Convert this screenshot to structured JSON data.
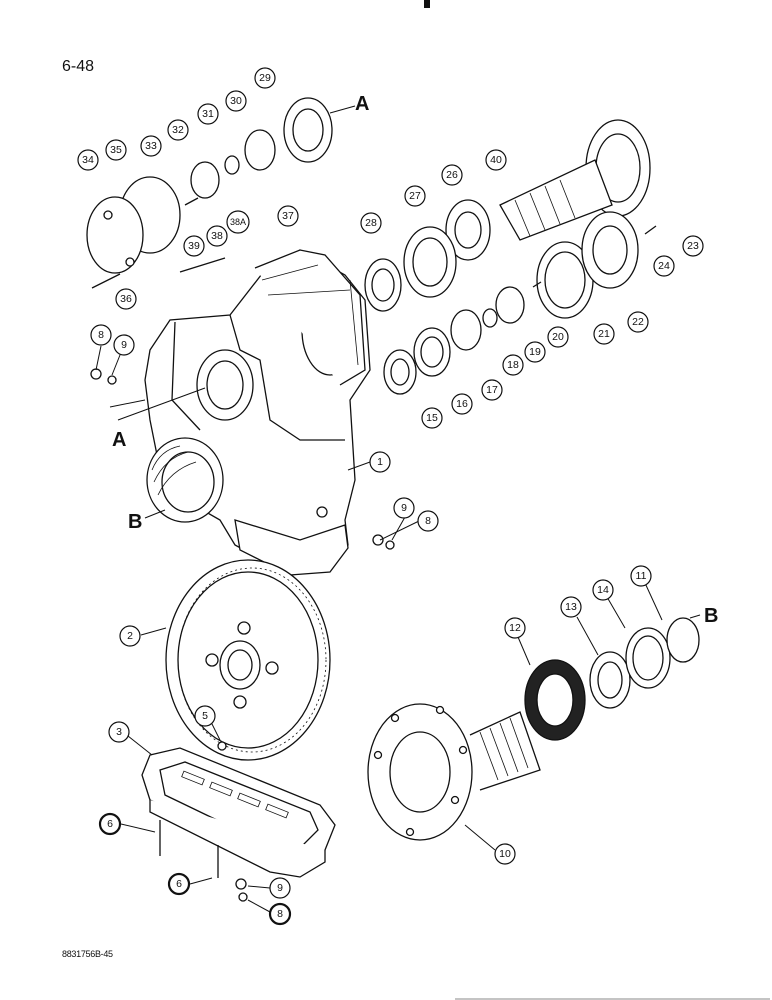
{
  "page": {
    "page_number": "6-48",
    "figure_code": "8831756B-45"
  },
  "reference_letters": [
    {
      "id": "A-top",
      "letter": "A"
    },
    {
      "id": "A-left",
      "letter": "A"
    },
    {
      "id": "B-left",
      "letter": "B"
    },
    {
      "id": "B-right",
      "letter": "B"
    }
  ],
  "callouts": [
    {
      "id": "c1",
      "label": "1"
    },
    {
      "id": "c2",
      "label": "2"
    },
    {
      "id": "c3",
      "label": "3"
    },
    {
      "id": "c5",
      "label": "5"
    },
    {
      "id": "c6a",
      "label": "6"
    },
    {
      "id": "c6b",
      "label": "6"
    },
    {
      "id": "c8a",
      "label": "8"
    },
    {
      "id": "c8b",
      "label": "8"
    },
    {
      "id": "c8c",
      "label": "8"
    },
    {
      "id": "c9a",
      "label": "9"
    },
    {
      "id": "c9b",
      "label": "9"
    },
    {
      "id": "c9c",
      "label": "9"
    },
    {
      "id": "c10",
      "label": "10"
    },
    {
      "id": "c11",
      "label": "11"
    },
    {
      "id": "c12",
      "label": "12"
    },
    {
      "id": "c13",
      "label": "13"
    },
    {
      "id": "c14",
      "label": "14"
    },
    {
      "id": "c15",
      "label": "15"
    },
    {
      "id": "c16",
      "label": "16"
    },
    {
      "id": "c17",
      "label": "17"
    },
    {
      "id": "c18",
      "label": "18"
    },
    {
      "id": "c19",
      "label": "19"
    },
    {
      "id": "c20",
      "label": "20"
    },
    {
      "id": "c21",
      "label": "21"
    },
    {
      "id": "c22",
      "label": "22"
    },
    {
      "id": "c23",
      "label": "23"
    },
    {
      "id": "c24",
      "label": "24"
    },
    {
      "id": "c26",
      "label": "26"
    },
    {
      "id": "c27",
      "label": "27"
    },
    {
      "id": "c28",
      "label": "28"
    },
    {
      "id": "c29",
      "label": "29"
    },
    {
      "id": "c30",
      "label": "30"
    },
    {
      "id": "c31",
      "label": "31"
    },
    {
      "id": "c32",
      "label": "32"
    },
    {
      "id": "c33",
      "label": "33"
    },
    {
      "id": "c34",
      "label": "34"
    },
    {
      "id": "c35",
      "label": "35"
    },
    {
      "id": "c36",
      "label": "36"
    },
    {
      "id": "c37",
      "label": "37"
    },
    {
      "id": "c38",
      "label": "38"
    },
    {
      "id": "c38A",
      "label": "38A"
    },
    {
      "id": "c39",
      "label": "39"
    },
    {
      "id": "c40",
      "label": "40"
    }
  ]
}
